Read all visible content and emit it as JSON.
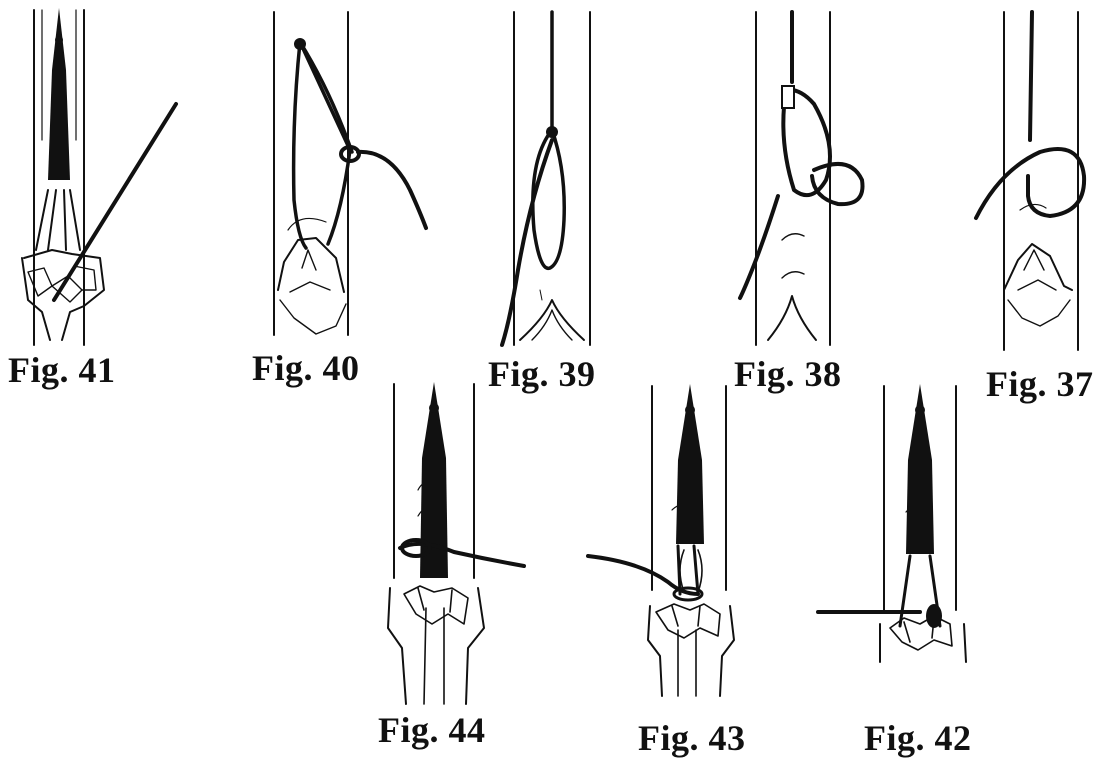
{
  "figures": [
    {
      "id": "fig41",
      "label": "Fig. 41"
    },
    {
      "id": "fig40",
      "label": "Fig. 40"
    },
    {
      "id": "fig39",
      "label": "Fig. 39"
    },
    {
      "id": "fig38",
      "label": "Fig. 38"
    },
    {
      "id": "fig37",
      "label": "Fig. 37"
    },
    {
      "id": "fig44",
      "label": "Fig. 44"
    },
    {
      "id": "fig43",
      "label": "Fig. 43"
    },
    {
      "id": "fig42",
      "label": "Fig. 42"
    }
  ],
  "colors": {
    "ink": "#111111",
    "paper": "#ffffff"
  }
}
